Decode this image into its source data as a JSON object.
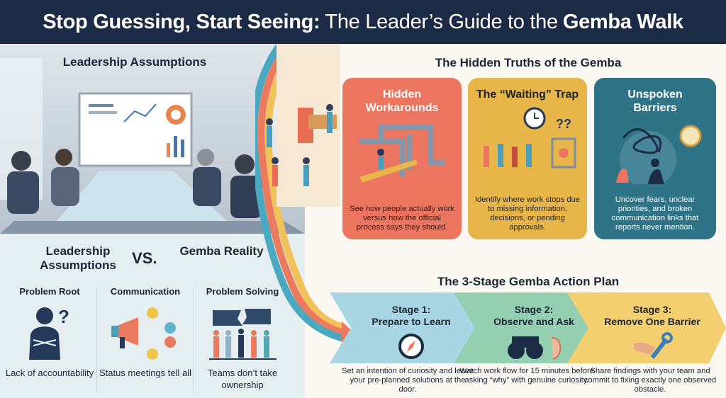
{
  "header": {
    "part1": "Stop Guessing, Start Seeing:",
    "part2": "The Leader’s Guide to the",
    "part3": "Gemba Walk"
  },
  "left": {
    "scene_title": "Leadership Assumptions",
    "compare_left": "Leadership Assumptions",
    "vs": "VS.",
    "compare_right": "Gemba Reality",
    "columns": [
      {
        "title": "Problem Root",
        "desc": "Lack of accountability",
        "icon": "confused-leader-icon"
      },
      {
        "title": "Communication",
        "desc": "Status meetings tell all",
        "icon": "megaphone-icon"
      },
      {
        "title": "Problem Solving",
        "desc": "Teams don’t take ownership",
        "icon": "team-lifting-broken-board-icon"
      }
    ]
  },
  "truths": {
    "title": "The Hidden Truths of the Gemba",
    "cards": [
      {
        "title": "Hidden Workarounds",
        "desc": "See how people actually work versus how the official process says they should.",
        "color": "#ec7560"
      },
      {
        "title": "The “Waiting” Trap",
        "desc": "Identify where work stops due to missing information, decisions, or pending approvals.",
        "color": "#e8b548"
      },
      {
        "title": "Unspoken Barriers",
        "desc": "Uncover fears, unclear priorities, and broken communication links that reports never mention.",
        "color": "#2e7386"
      }
    ]
  },
  "plan": {
    "title": "The 3-Stage Gemba Action Plan",
    "stages": [
      {
        "label": "Stage 1:",
        "name": "Prepare to Learn",
        "desc": "Set an intention of curiosity and leave your pre-planned solutions at the door.",
        "color": "#a8d6e2"
      },
      {
        "label": "Stage 2:",
        "name": "Observe and Ask",
        "desc": "Watch work flow for 15 minutes before asking “why” with genuine curiosity.",
        "color": "#95cfb2"
      },
      {
        "label": "Stage 3:",
        "name": "Remove One Barrier",
        "desc": "Share findings with your team and commit to fixing exactly one observed obstacle.",
        "color": "#f3cf6f"
      }
    ]
  }
}
